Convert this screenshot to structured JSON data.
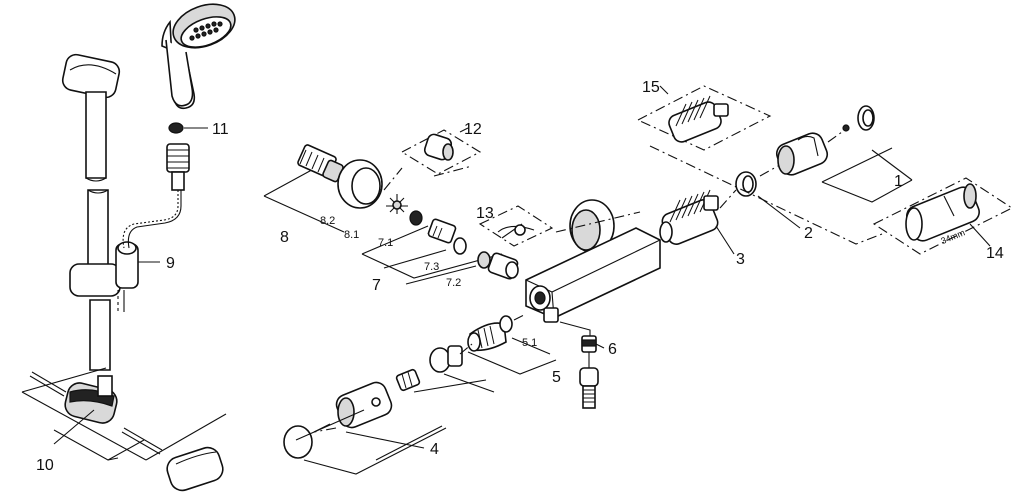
{
  "labels": {
    "p1": "1",
    "p2": "2",
    "p3": "3",
    "p4": "4",
    "p5": "5",
    "p5_1": "5.1",
    "p6": "6",
    "p7": "7",
    "p7_1": "7.1",
    "p7_2": "7.2",
    "p7_3": "7.3",
    "p8": "8",
    "p8_1": "8.1",
    "p8_2": "8.2",
    "p9": "9",
    "p10": "10",
    "p11": "11",
    "p12": "12",
    "p13": "13",
    "p14": "14",
    "p15": "15",
    "dim_34mm": "34mm"
  }
}
